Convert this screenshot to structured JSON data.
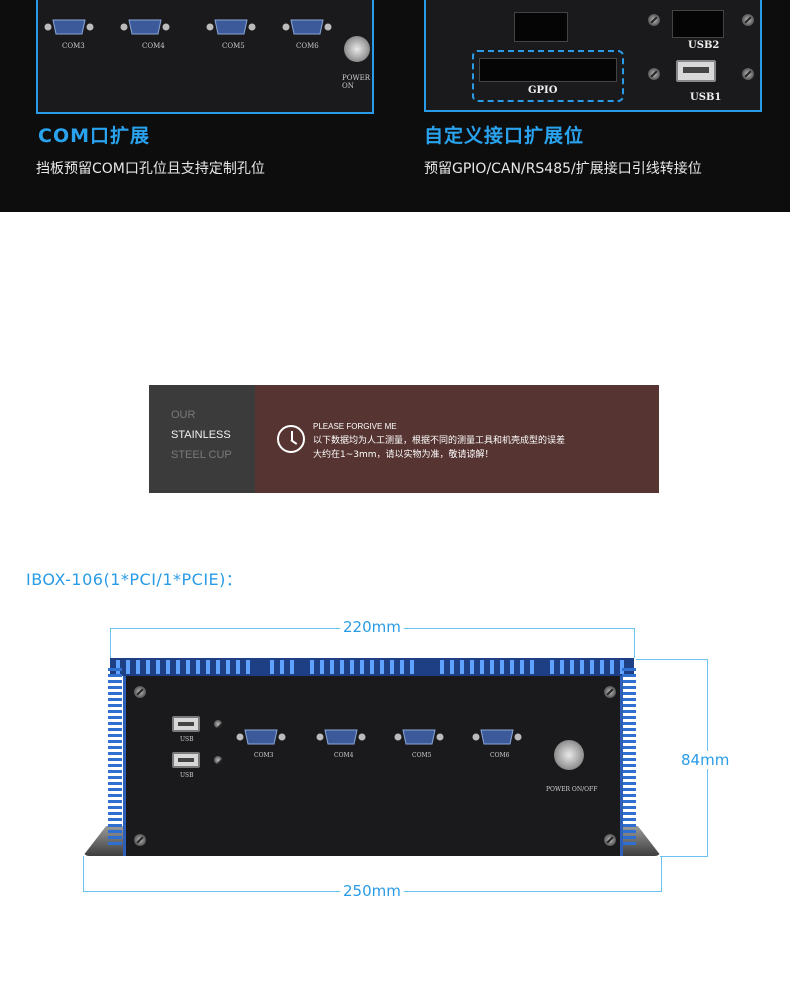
{
  "features": [
    {
      "title": "COM口扩展",
      "desc": "挡板预留COM口孔位且支持定制孔位",
      "port_labels": [
        "COM3",
        "COM4",
        "COM5",
        "COM6"
      ],
      "power_label": "POWER ON"
    },
    {
      "title": "自定义接口扩展位",
      "desc": "预留GPIO/CAN/RS485/扩展接口引线转接位",
      "gpio_label": "GPIO",
      "usb_labels": [
        "USB2",
        "USB1"
      ]
    }
  ],
  "notice": {
    "side_lines": [
      "OUR",
      "STAINLESS",
      "STEEL CUP"
    ],
    "heading": "PLEASE FORGIVE ME",
    "body_lines": [
      "以下数据均为人工测量，根据不同的测量工具和机壳成型的误差",
      "大约在1~3mm，请以实物为准，敬请谅解！"
    ]
  },
  "model": {
    "title": "IBOX-106(1*PCI/1*PCIE)：",
    "width_top": "220mm",
    "width_bottom": "250mm",
    "height": "84mm",
    "usb_labels": [
      "USB",
      "USB"
    ],
    "com_labels": [
      "COM3",
      "COM4",
      "COM5",
      "COM6"
    ],
    "power_label": "POWER ON/OFF"
  },
  "colors": {
    "accent": "#2a9be6",
    "band_bg": "#0d0d0e",
    "notice_left": "#3b3b3b",
    "notice_right": "#553431",
    "chassis_blue": "#2f6fcf"
  }
}
